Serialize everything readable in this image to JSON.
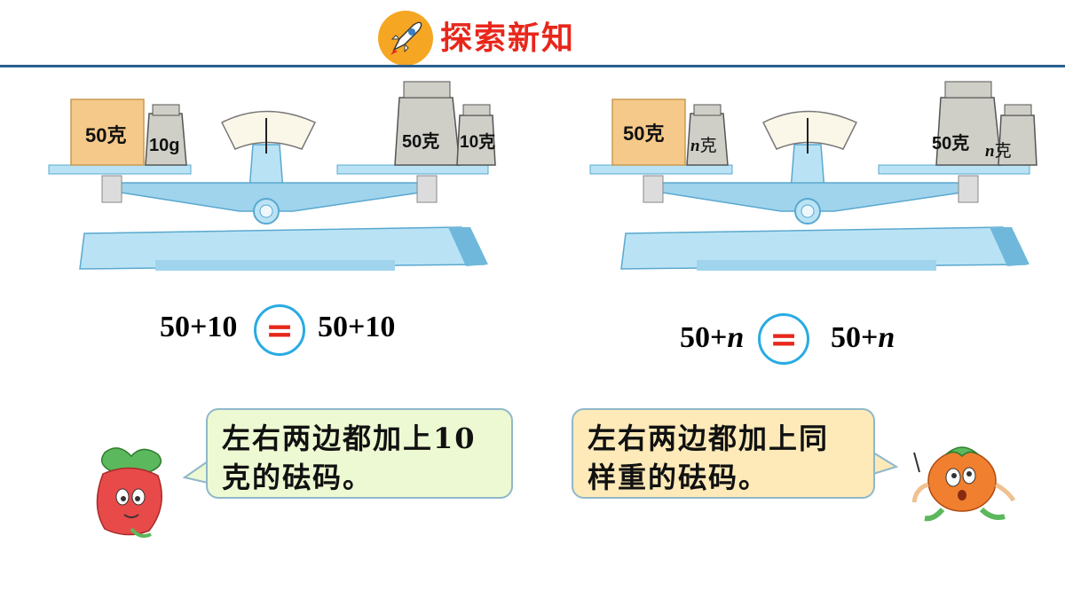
{
  "header": {
    "title": "探索新知",
    "icon": "rocket-icon"
  },
  "scale_left": {
    "left_pan": {
      "block_label": "50克",
      "weight_label": "10g"
    },
    "right_pan": {
      "big_weight_label": "50克",
      "small_weight_label": "10克"
    },
    "equation": {
      "left": "50+10",
      "sign": "=",
      "right": "50+10"
    }
  },
  "scale_right": {
    "left_pan": {
      "block_label": "50克",
      "weight_var": "n",
      "weight_unit": "克"
    },
    "right_pan": {
      "big_weight_label": "50克",
      "small_weight_var": "n",
      "small_weight_unit": "克"
    },
    "equation": {
      "left_num": "50+",
      "left_var": "n",
      "sign": "=",
      "right_num": "50+",
      "right_var": "n"
    }
  },
  "bubbles": {
    "left": {
      "line1": "左右两边都加上10",
      "line2": "克的砝码。"
    },
    "right": {
      "line1": "左右两边都加上同",
      "line2": "样重的砝码。"
    }
  },
  "colors": {
    "title": "#e8271b",
    "rule": "#2a5f8f",
    "scale": "#b9e3f4",
    "scale_dark": "#5aa8cf",
    "circle": "#29abe2",
    "bubble_left": "#edf9d2",
    "bubble_right": "#fdeab8"
  }
}
